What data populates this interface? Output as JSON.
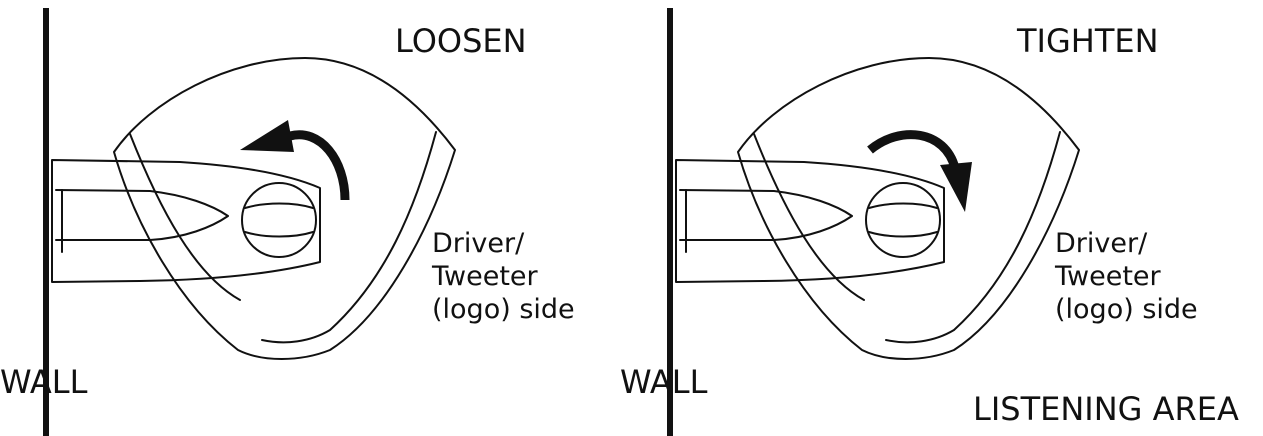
{
  "panels": [
    {
      "action": "LOOSEN",
      "wall": "WALL",
      "side_label": [
        "Driver/",
        "Tweeter",
        "(logo) side"
      ]
    },
    {
      "action": "TIGHTEN",
      "wall": "WALL",
      "side_label": [
        "Driver/",
        "Tweeter",
        "(logo) side"
      ]
    }
  ],
  "footer": "LISTENING AREA",
  "colors": {
    "ink": "#111111",
    "background": "#ffffff"
  }
}
